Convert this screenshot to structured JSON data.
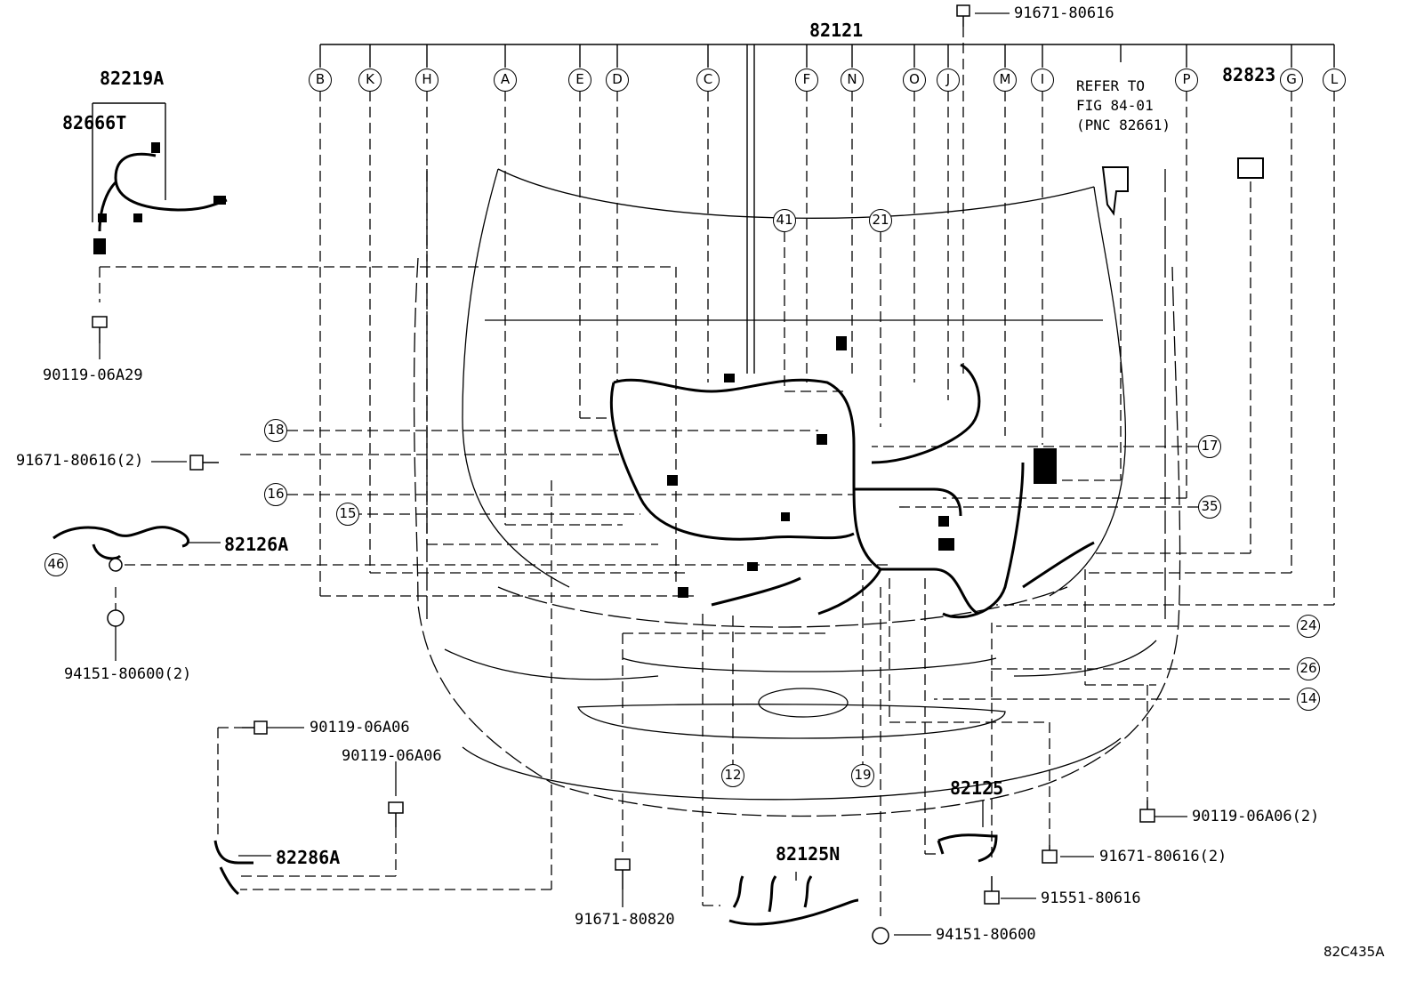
{
  "main_callout": "82121",
  "callouts": {
    "c82219A": "82219A",
    "c82666T": "82666T",
    "c82126A": "82126A",
    "c82286A": "82286A",
    "c82823": "82823",
    "c82125": "82125",
    "c82125N": "82125N"
  },
  "note": {
    "line1": "REFER TO",
    "line2": "FIG 84-01",
    "line3": "(PNC 82661)"
  },
  "connector_letters": [
    "B",
    "K",
    "H",
    "A",
    "E",
    "D",
    "C",
    "F",
    "N",
    "O",
    "J",
    "M",
    "I",
    "P",
    "G",
    "L"
  ],
  "ref_numbers": {
    "r41": "41",
    "r21": "21",
    "r18": "18",
    "r17": "17",
    "r16": "16",
    "r15": "15",
    "r35": "35",
    "r46": "46",
    "r24": "24",
    "r26": "26",
    "r14": "14",
    "r12": "12",
    "r19": "19"
  },
  "part_numbers": {
    "p1": "91671-80616",
    "p2": "90119-06A29",
    "p3": "91671-80616(2)",
    "p4": "94151-80600(2)",
    "p5": "90119-06A06",
    "p6": "90119-06A06",
    "p7": "90119-06A06(2)",
    "p8": "91671-80616(2)",
    "p9": "91551-80616",
    "p10": "91671-80820",
    "p11": "94151-80600"
  },
  "figure_code": "82C435A"
}
